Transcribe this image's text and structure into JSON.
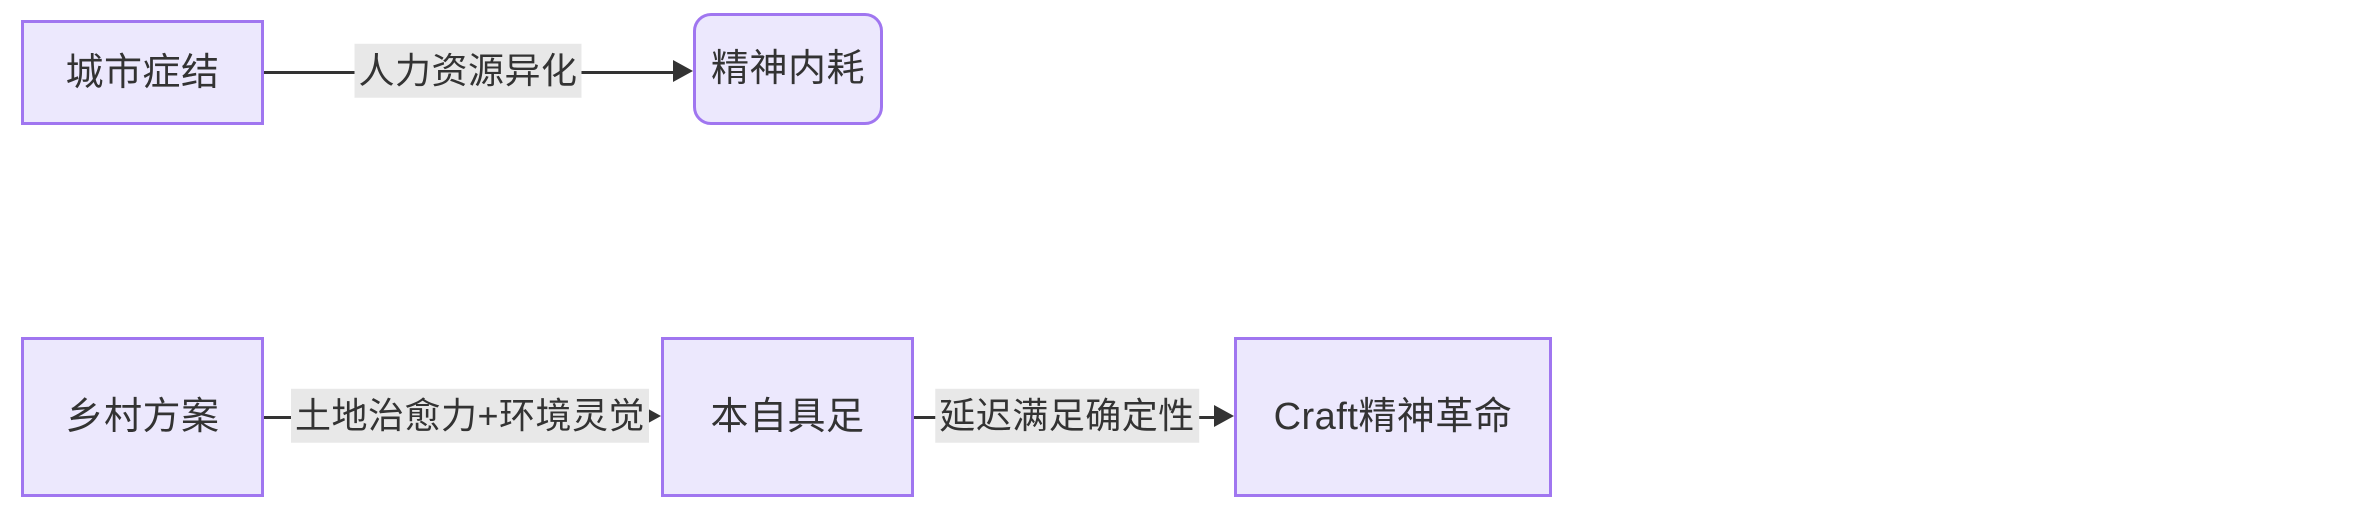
{
  "diagram": {
    "type": "flowchart",
    "direction": "left-to-right",
    "background_color": "#ffffff",
    "node_fill_color": "#ECE8FD",
    "node_border_color": "#A076F0",
    "edge_color": "#333333",
    "edge_label_background": "#E8E8E8",
    "text_color": "#333333",
    "nodes": [
      {
        "id": "city",
        "label": "城市症结",
        "shape": "rectangle"
      },
      {
        "id": "burnout",
        "label": "精神内耗",
        "shape": "rounded-rectangle"
      },
      {
        "id": "rural",
        "label": "乡村方案",
        "shape": "rectangle"
      },
      {
        "id": "sufficient",
        "label": "本自具足",
        "shape": "rectangle"
      },
      {
        "id": "craft",
        "label": "Craft精神革命",
        "shape": "rectangle"
      }
    ],
    "edges": [
      {
        "id": "e1",
        "from": "city",
        "to": "burnout",
        "label": "人力资源异化",
        "arrow": "end"
      },
      {
        "id": "e2",
        "from": "rural",
        "to": "sufficient",
        "label": "土地治愈力+环境灵觉",
        "arrow": "end"
      },
      {
        "id": "e3",
        "from": "sufficient",
        "to": "craft",
        "label": "延迟满足确定性",
        "arrow": "end"
      }
    ]
  }
}
